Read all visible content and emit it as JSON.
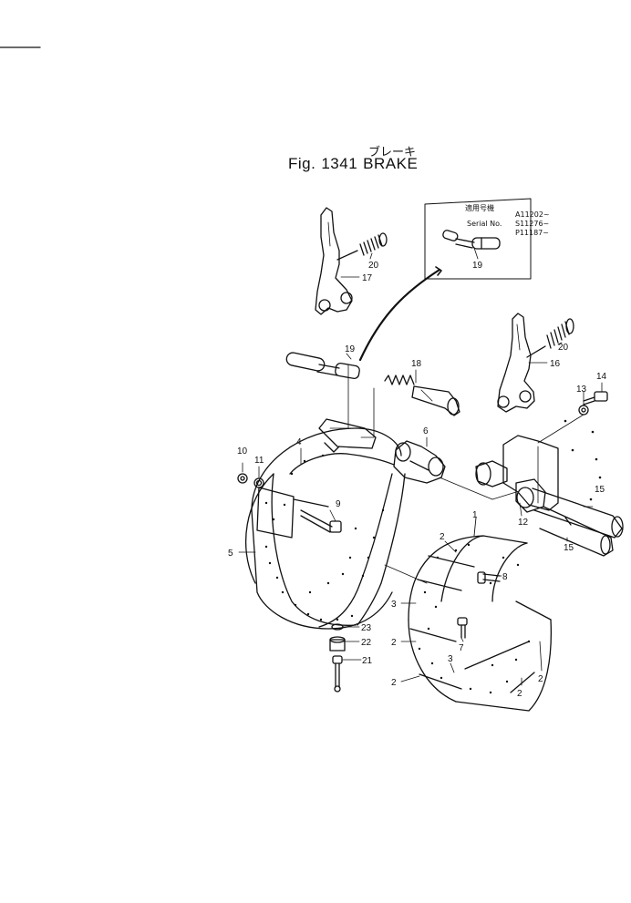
{
  "header": {
    "title_jp": "ブレーキ",
    "fig_label": "Fig.",
    "fig_number": "1341",
    "title": "BRAKE"
  },
  "inset": {
    "heading_jp": "適用号機",
    "serial_label": "Serial No.",
    "serials": [
      "A11202~",
      "S11276~",
      "P11187~"
    ]
  },
  "callouts": [
    "20",
    "17",
    "19",
    "19",
    "18",
    "16",
    "20",
    "14",
    "13",
    "6",
    "10",
    "11",
    "4",
    "9",
    "5",
    "15",
    "12",
    "15",
    "1",
    "2",
    "8",
    "3",
    "23",
    "22",
    "21",
    "7",
    "2",
    "3",
    "2",
    "2",
    "2"
  ]
}
